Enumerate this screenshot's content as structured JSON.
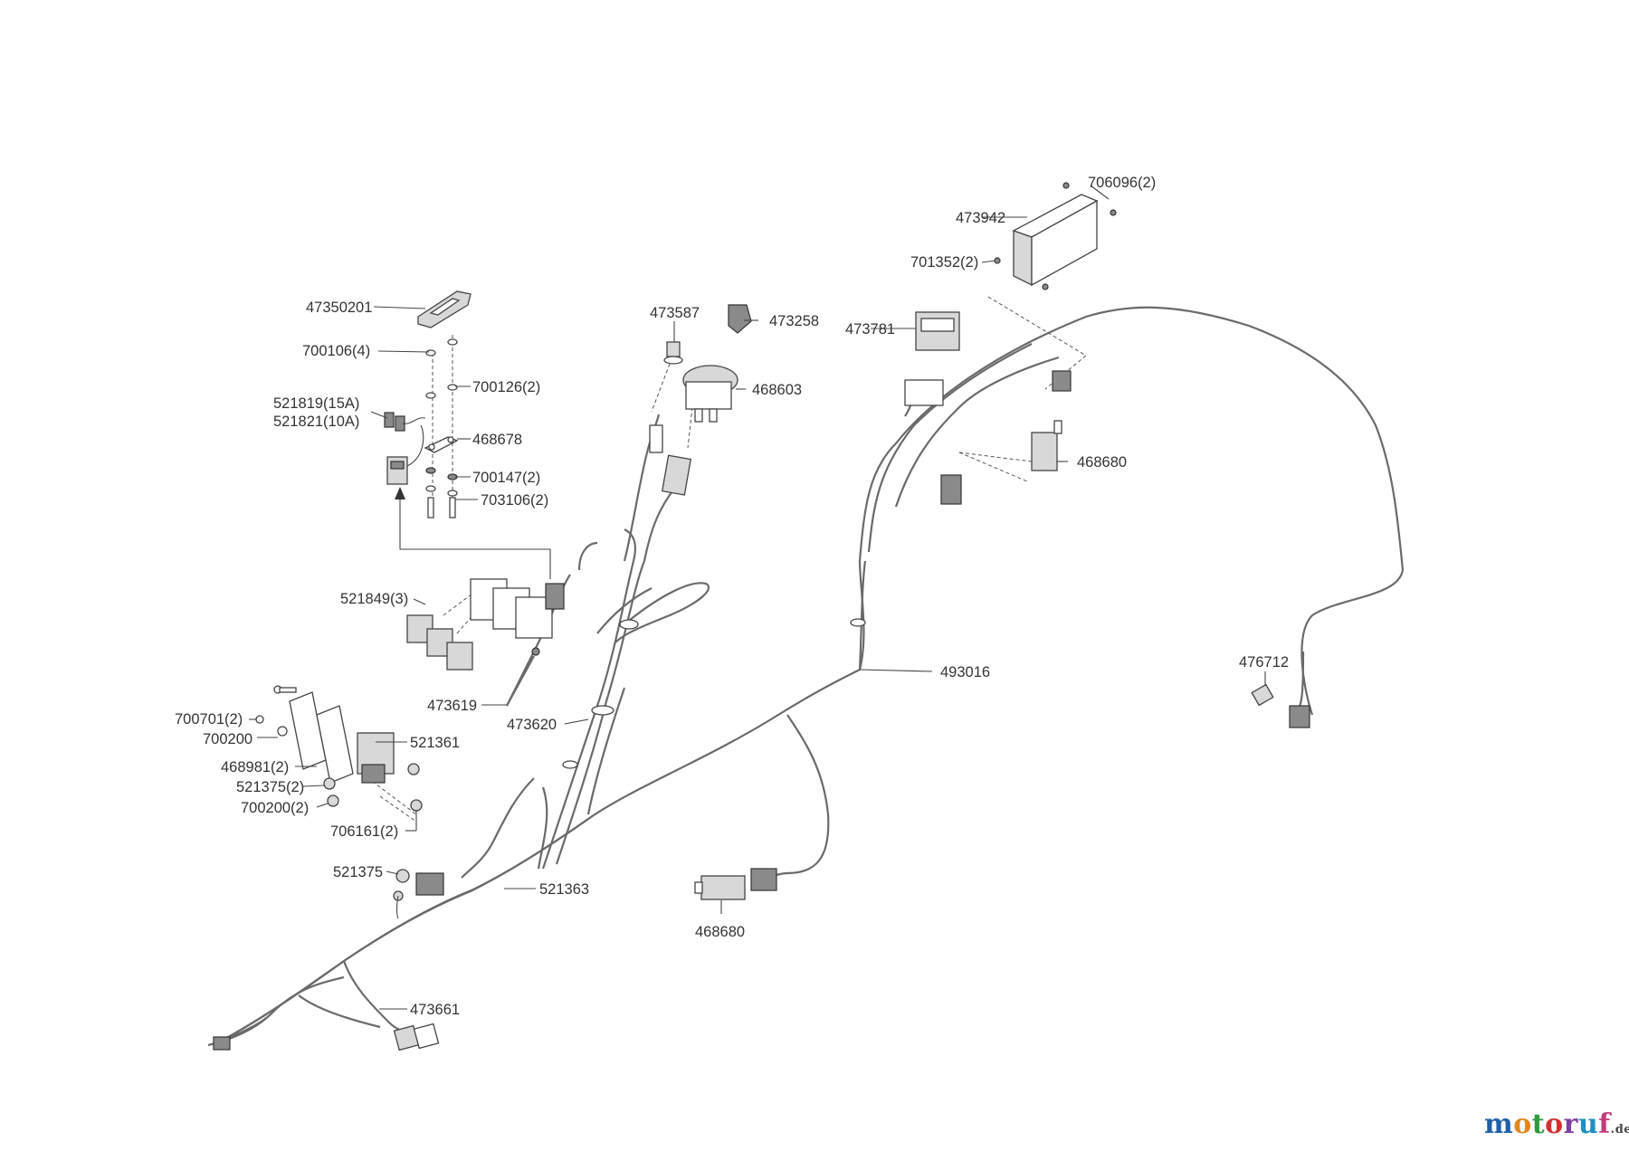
{
  "parts": {
    "p47350201": "47350201",
    "p700106": "700106(4)",
    "p700126": "700126(2)",
    "p521819": "521819(15A)",
    "p521821": "521821(10A)",
    "p468678": "468678",
    "p700147": "700147(2)",
    "p703106": "703106(2)",
    "p521849": "521849(3)",
    "p473619": "473619",
    "p473620": "473620",
    "p700701": "700701(2)",
    "p700200a": "700200",
    "p521361": "521361",
    "p468981": "468981(2)",
    "p521375a": "521375(2)",
    "p700200b": "700200(2)",
    "p706161": "706161(2)",
    "p521375b": "521375",
    "p521363": "521363",
    "p473661": "473661",
    "p473587": "473587",
    "p473258": "473258",
    "p468603": "468603",
    "p473781": "473781",
    "p473942": "473942",
    "p706096": "706096(2)",
    "p701352": "701352(2)",
    "p468680a": "468680",
    "p493016": "493016",
    "p476712": "476712",
    "p468680b": "468680"
  },
  "watermark": {
    "brand": "motoruf",
    "suffix": ".de",
    "colors": {
      "m": "#1f5fa8",
      "o1": "#e0861b",
      "t": "#2a9a3c",
      "o2": "#d22f2f",
      "r": "#7b3fa0",
      "u": "#1f8fbf",
      "f": "#c23b7a"
    }
  }
}
